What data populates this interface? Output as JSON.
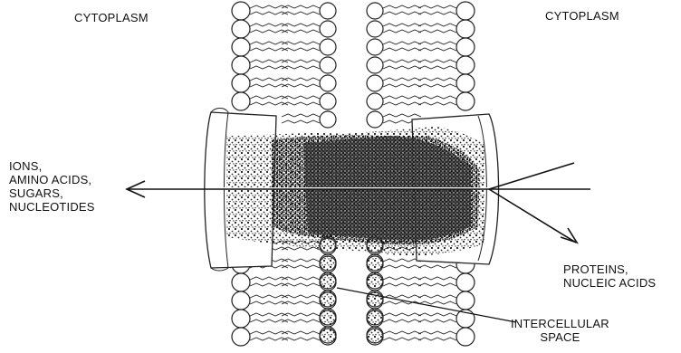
{
  "labels": {
    "cytoplasm_left": "CYTOPLASM",
    "cytoplasm_right": "CYTOPLASM",
    "small_molecules": [
      "IONS,",
      "AMINO ACIDS,",
      "SUGARS,",
      "NUCLEOTIDES"
    ],
    "large_molecules": [
      "PROTEINS,",
      "NUCLEIC ACIDS"
    ],
    "intercellular_space": [
      "INTERCELLULAR",
      "SPACE"
    ]
  }
}
